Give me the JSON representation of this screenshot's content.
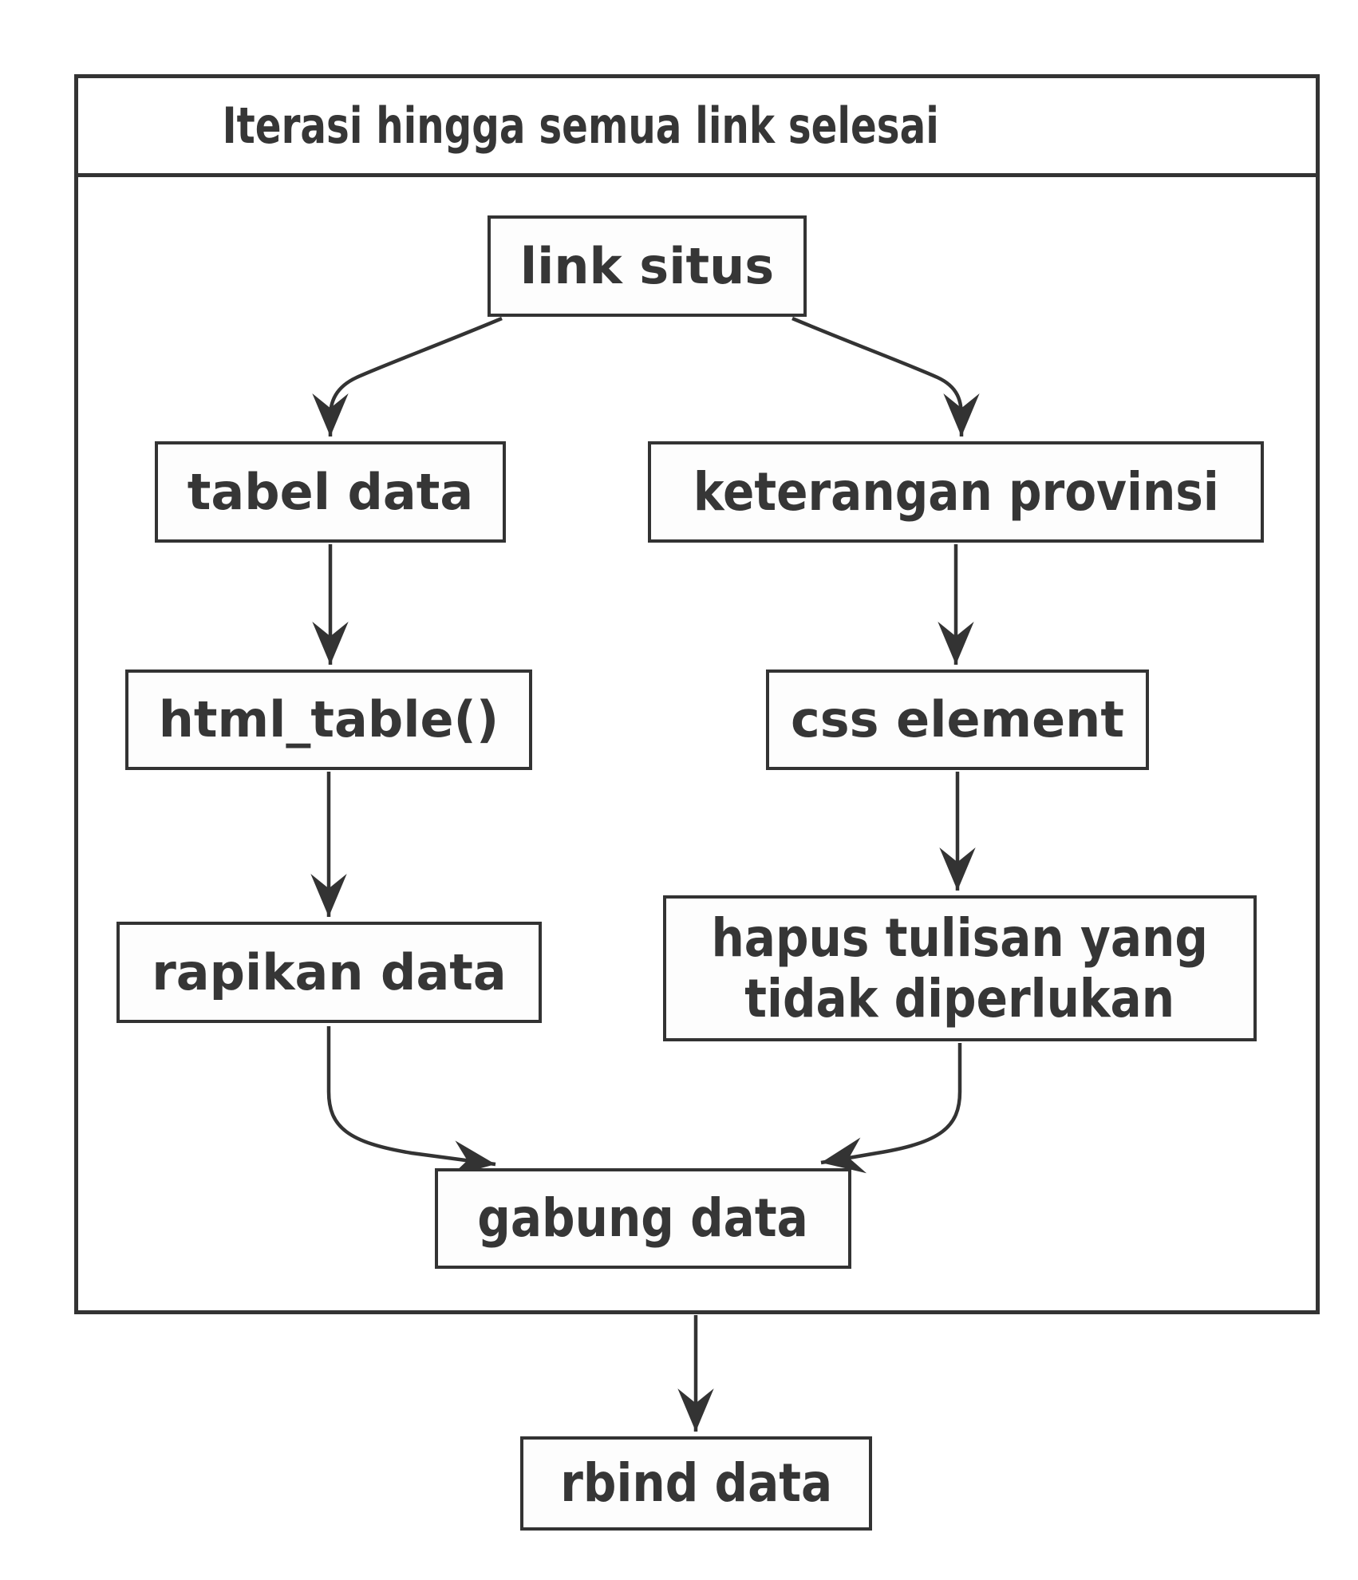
{
  "container": {
    "title": "Iterasi hingga semua link selesai"
  },
  "nodes": [
    {
      "id": "link-situs",
      "label": "link situs"
    },
    {
      "id": "tabel-data",
      "label": "tabel data"
    },
    {
      "id": "keterangan-provinsi",
      "label": "keterangan provinsi"
    },
    {
      "id": "html-table",
      "label": "html_table()"
    },
    {
      "id": "css-element",
      "label": "css element"
    },
    {
      "id": "rapikan-data",
      "label": "rapikan data"
    },
    {
      "id": "hapus-tulisan",
      "label": "hapus tulisan yang\ntidak diperlukan"
    },
    {
      "id": "gabung-data",
      "label": "gabung data"
    },
    {
      "id": "rbind-data",
      "label": "rbind data"
    }
  ],
  "edges": [
    {
      "from": "link situs",
      "to": "tabel data"
    },
    {
      "from": "link situs",
      "to": "keterangan provinsi"
    },
    {
      "from": "tabel data",
      "to": "html_table()"
    },
    {
      "from": "keterangan provinsi",
      "to": "css element"
    },
    {
      "from": "html_table()",
      "to": "rapikan data"
    },
    {
      "from": "css element",
      "to": "hapus tulisan yang tidak diperlukan"
    },
    {
      "from": "rapikan data",
      "to": "gabung data"
    },
    {
      "from": "hapus tulisan yang tidak diperlukan",
      "to": "gabung data"
    },
    {
      "from": "iterasi-container",
      "to": "rbind data"
    }
  ],
  "colors": {
    "line": "#333333",
    "text": "#363636",
    "node_fill": "#fdfdfd",
    "background": "#ffffff"
  }
}
